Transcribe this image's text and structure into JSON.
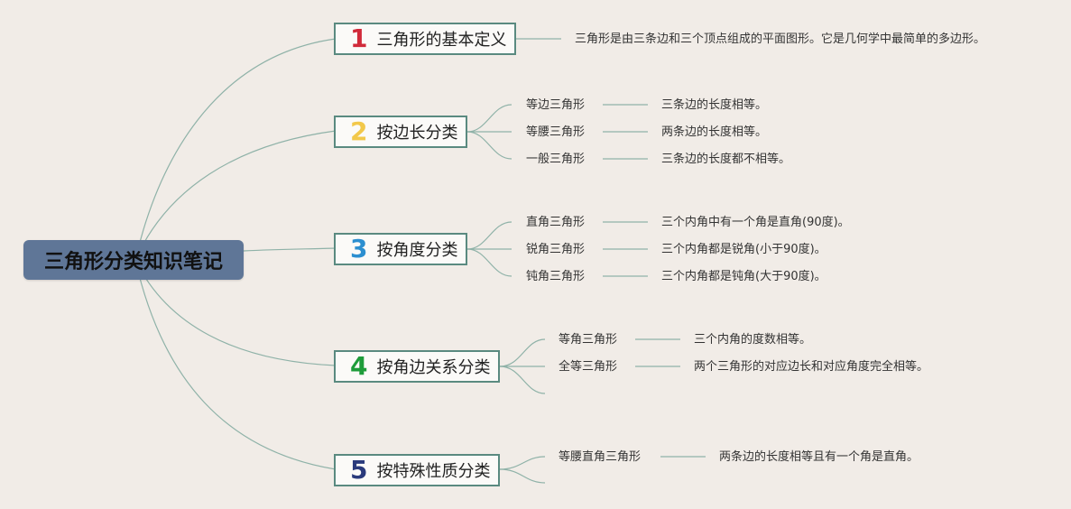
{
  "root": "三角形分类知识笔记",
  "colors": {
    "root_bg": "#5f7697",
    "num1": "#d12a3a",
    "num2": "#f2c84a",
    "num3": "#2c8fd0",
    "num4": "#1e9c3a",
    "num5": "#2a3a7c",
    "branch_line": "#8fb2a8"
  },
  "topics": [
    {
      "num": "1",
      "label": "三角形的基本定义",
      "desc": "三角形是由三条边和三个顶点组成的平面图形。它是几何学中最简单的多边形。"
    },
    {
      "num": "2",
      "label": "按边长分类",
      "items": [
        {
          "name": "等边三角形",
          "desc": "三条边的长度相等。"
        },
        {
          "name": "等腰三角形",
          "desc": "两条边的长度相等。"
        },
        {
          "name": "一般三角形",
          "desc": "三条边的长度都不相等。"
        }
      ]
    },
    {
      "num": "3",
      "label": "按角度分类",
      "items": [
        {
          "name": "直角三角形",
          "desc": "三个内角中有一个角是直角(90度)。"
        },
        {
          "name": "锐角三角形",
          "desc": "三个内角都是锐角(小于90度)。"
        },
        {
          "name": "钝角三角形",
          "desc": "三个内角都是钝角(大于90度)。"
        }
      ]
    },
    {
      "num": "4",
      "label": "按角边关系分类",
      "items": [
        {
          "name": "等角三角形",
          "desc": "三个内角的度数相等。"
        },
        {
          "name": "全等三角形",
          "desc": "两个三角形的对应边长和对应角度完全相等。"
        }
      ]
    },
    {
      "num": "5",
      "label": "按特殊性质分类",
      "items": [
        {
          "name": "等腰直角三角形",
          "desc": "两条边的长度相等且有一个角是直角。"
        }
      ]
    }
  ]
}
